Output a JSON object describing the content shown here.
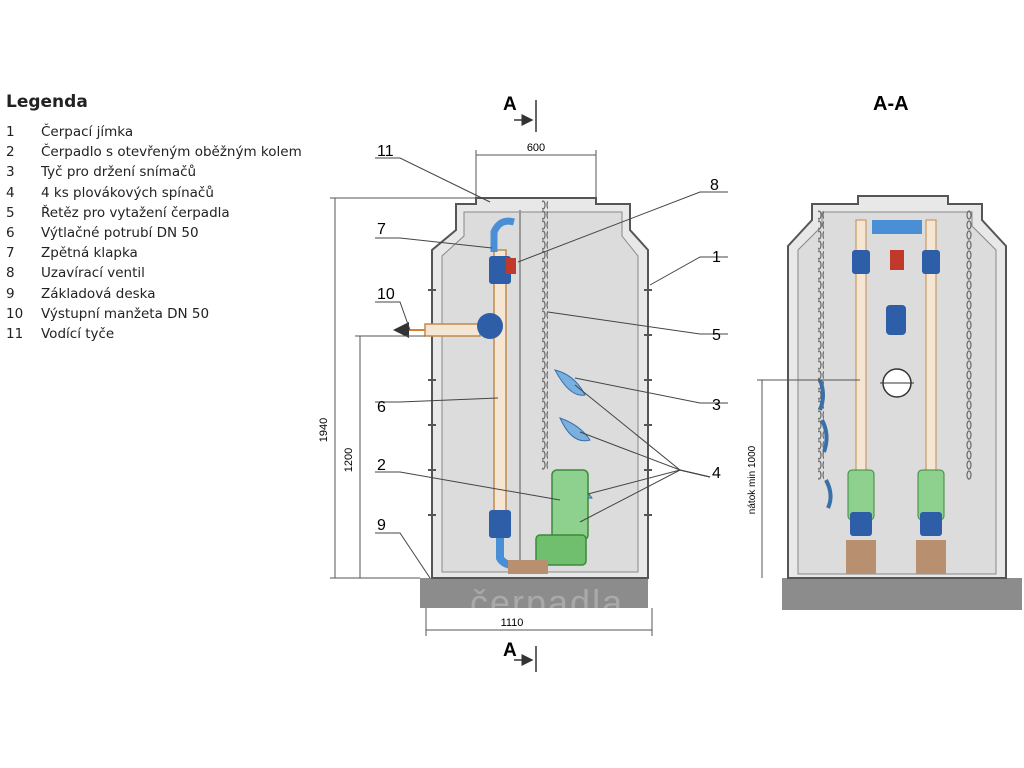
{
  "legend": {
    "title": "Legenda",
    "items": [
      {
        "num": "1",
        "text": "Čerpací jímka"
      },
      {
        "num": "2",
        "text": "Čerpadlo s otevřeným oběžným kolem"
      },
      {
        "num": "3",
        "text": "Tyč pro držení snímačů"
      },
      {
        "num": "4",
        "text": "4 ks plovákových spínačů"
      },
      {
        "num": "5",
        "text": "Řetěz pro vytažení čerpadla"
      },
      {
        "num": "6",
        "text": "Výtlačné potrubí DN 50"
      },
      {
        "num": "7",
        "text": "Zpětná klapka"
      },
      {
        "num": "8",
        "text": "Uzavírací ventil"
      },
      {
        "num": "9",
        "text": "Základová deska"
      },
      {
        "num": "10",
        "text": "Výstupní manžeta DN 50"
      },
      {
        "num": "11",
        "text": "Vodící tyče"
      }
    ]
  },
  "section_marker": "A",
  "section_title": "A-A",
  "dimensions": {
    "top_width": "600",
    "total_height": "1940",
    "outlet_height": "1200",
    "base_width": "1110",
    "inflow_min": "nátok min 1000"
  },
  "callouts": [
    "11",
    "7",
    "10",
    "6",
    "2",
    "9",
    "8",
    "1",
    "5",
    "3",
    "4"
  ],
  "watermark": "čerpadla"
}
